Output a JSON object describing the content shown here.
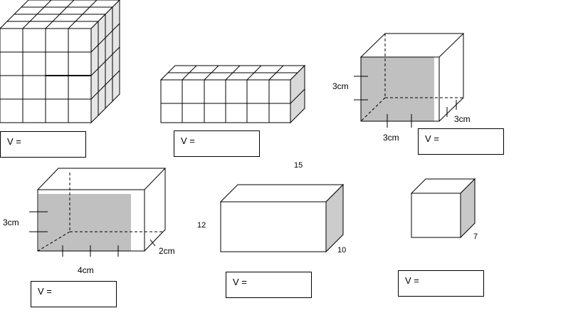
{
  "answer_boxes": [
    {
      "label": "V ="
    },
    {
      "label": "V ="
    },
    {
      "label": "V ="
    },
    {
      "label": "V ="
    },
    {
      "label": "V ="
    },
    {
      "label": "V ="
    }
  ],
  "prism_a": {
    "height": "3cm",
    "width": "3cm",
    "depth": "3cm"
  },
  "prism_b": {
    "height": "3cm",
    "width": "4cm",
    "depth": "2cm"
  },
  "prism_c": {
    "height": "12",
    "width": "15",
    "depth": "10"
  },
  "cube_d": {
    "depth": "7"
  },
  "colors": {
    "shade": "#c0c0c0",
    "side": "#cdcdcd",
    "line": "#000000"
  }
}
